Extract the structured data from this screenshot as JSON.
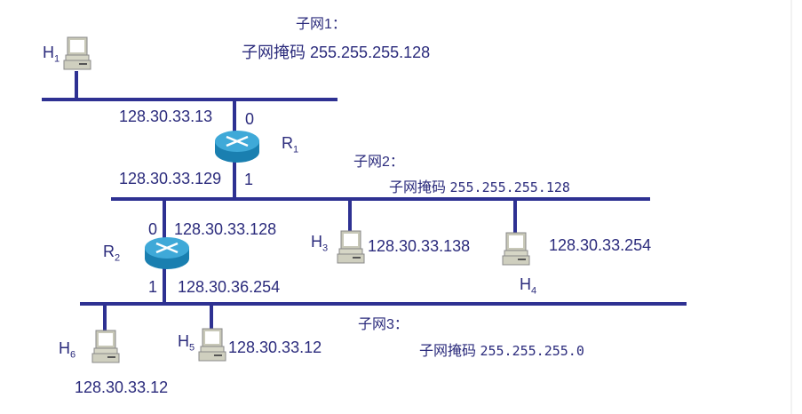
{
  "subnets": [
    {
      "title": "子网1：",
      "mask": "子网掩码 255.255.255.128"
    },
    {
      "title": "子网2：",
      "mask_label": "子网掩码",
      "mask_value": "255.255.255.128"
    },
    {
      "title": "子网3：",
      "mask_label": "子网掩码",
      "mask_value": "255.255.255.0"
    }
  ],
  "routers": [
    {
      "name": "R",
      "sub": "1",
      "ports": [
        {
          "num": "0",
          "ip": "128.30.33.13"
        },
        {
          "num": "1",
          "ip": "128.30.33.129"
        }
      ]
    },
    {
      "name": "R",
      "sub": "2",
      "ports": [
        {
          "num": "0",
          "ip": "128.30.33.128"
        },
        {
          "num": "1",
          "ip": "128.30.36.254"
        }
      ]
    }
  ],
  "hosts": [
    {
      "name": "H",
      "sub": "1"
    },
    {
      "name": "H",
      "sub": "3",
      "ip": "128.30.33.138"
    },
    {
      "name": "H",
      "sub": "4",
      "ip": "128.30.33.254"
    },
    {
      "name": "H",
      "sub": "5",
      "ip": "128.30.33.12"
    },
    {
      "name": "H",
      "sub": "6",
      "ip": "128.30.33.12"
    }
  ],
  "colors": {
    "line": "#2e3192",
    "text": "#2b2b7c",
    "router": "#1f8fc0"
  }
}
